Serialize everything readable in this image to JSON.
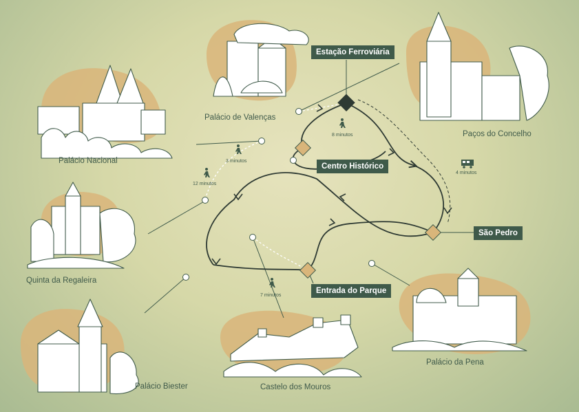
{
  "colors": {
    "ink": "#3f5a4a",
    "blob": "#d9b57a",
    "stop_fill": "#d9b57a",
    "station_fill": "#2e3a33",
    "label_bg": "#3f5a4a",
    "label_text": "#ffffff"
  },
  "stops": {
    "estacao": "Estação Ferroviária",
    "centro": "Centro Histórico",
    "sao_pedro": "São Pedro",
    "entrada": "Entrada do Parque"
  },
  "places": {
    "valencas": "Palácio de Valenças",
    "pacos": "Paços do Concelho",
    "nacional": "Palácio Nacional",
    "regaleira": "Quinta da Regaleira",
    "biester": "Palácio Biester",
    "mouros": "Castelo dos Mouros",
    "pena": "Palácio da Pena"
  },
  "walk_times": {
    "station_centro": "8 minutos",
    "nacional": "3 minutos",
    "regaleira": "12 minutos",
    "pena_road": "4 minutos",
    "parque": "7 minutos"
  },
  "icons": {
    "walker": "walker-icon",
    "tram": "tram-icon",
    "station": "station-marker-icon",
    "stop": "stop-marker-icon"
  }
}
